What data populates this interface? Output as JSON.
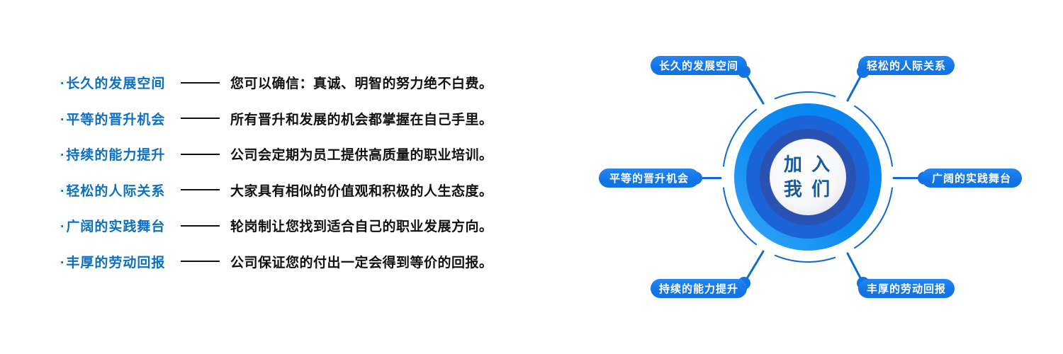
{
  "benefits": {
    "bullet": "·",
    "items": [
      {
        "label": "长久的发展空间",
        "desc": "您可以确信：真诚、明智的努力绝不白费。"
      },
      {
        "label": "平等的晋升机会",
        "desc": "所有晋升和发展的机会都掌握在自己手里。"
      },
      {
        "label": "持续的能力提升",
        "desc": "公司会定期为员工提供高质量的职业培训。"
      },
      {
        "label": "轻松的人际关系",
        "desc": "大家具有相似的价值观和积极的人生态度。"
      },
      {
        "label": "广阔的实践舞台",
        "desc": "轮岗制让您找到适合自己的职业发展方向。"
      },
      {
        "label": "丰厚的劳动回报",
        "desc": "公司保证您的付出一定会得到等价的回报。"
      }
    ]
  },
  "diagram": {
    "center": {
      "line1": "加 入",
      "line2": "我 们"
    },
    "nodes": [
      {
        "label": "长久的发展空间",
        "position": "top-left"
      },
      {
        "label": "轻松的人际关系",
        "position": "top-right"
      },
      {
        "label": "平等的晋升机会",
        "position": "left"
      },
      {
        "label": "广阔的实践舞台",
        "position": "right"
      },
      {
        "label": "持续的能力提升",
        "position": "bottom-left"
      },
      {
        "label": "丰厚的劳动回报",
        "position": "bottom-right"
      }
    ]
  },
  "colors": {
    "label_blue": "#0b70c4",
    "pill_blue": "#1173e4",
    "connector_blue": "#0d6cd0",
    "center_text_blue": "#175a9e",
    "ring_outer_light": "#3aa7f6",
    "ring_outer": "#0782ee",
    "ring_middle": "#1b64d8",
    "ring_inner": "#2a52b2",
    "text_black": "#111111"
  }
}
